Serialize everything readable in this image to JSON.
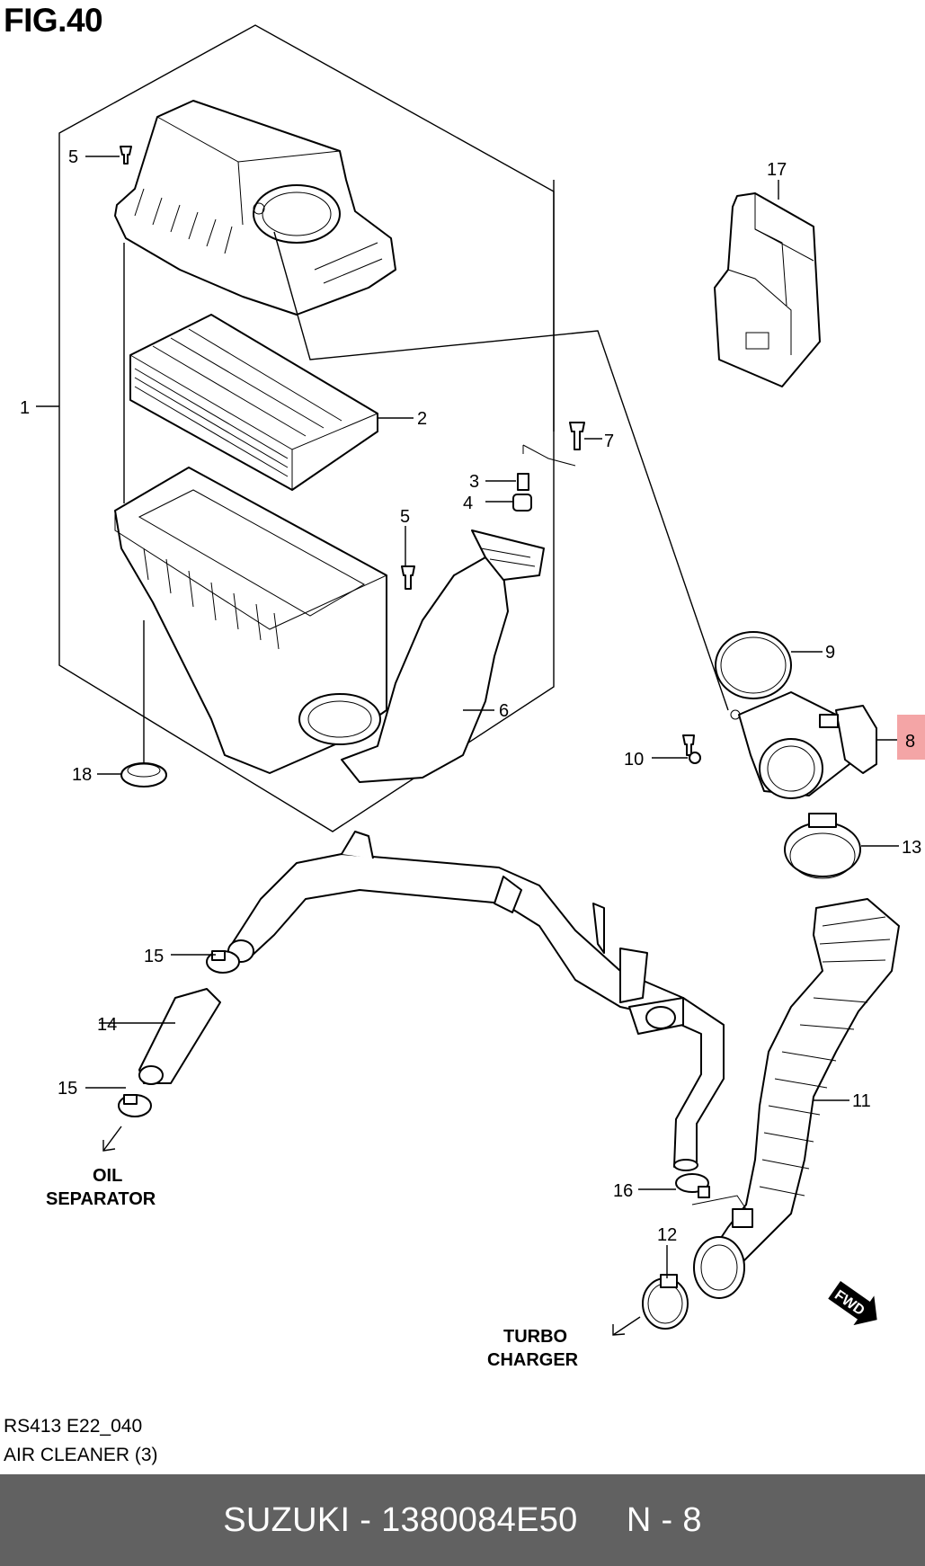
{
  "figure": {
    "title": "FIG.40",
    "ref_code": "RS413 E22_040",
    "caption": "AIR CLEANER (3)"
  },
  "callouts": [
    "1",
    "2",
    "3",
    "4",
    "5",
    "5",
    "6",
    "7",
    "8",
    "9",
    "10",
    "11",
    "12",
    "13",
    "14",
    "15",
    "15",
    "16",
    "17",
    "18"
  ],
  "highlighted_callout": "8",
  "notes": {
    "oil_line1": "OIL",
    "oil_line2": "SEPARATOR",
    "turbo_line1": "TURBO",
    "turbo_line2": "CHARGER",
    "fwd": "FWD"
  },
  "footer": {
    "text": "SUZUKI - 1380084E50     N - 8",
    "background": "#616161"
  },
  "colors": {
    "highlight": "#f4a5a6"
  }
}
